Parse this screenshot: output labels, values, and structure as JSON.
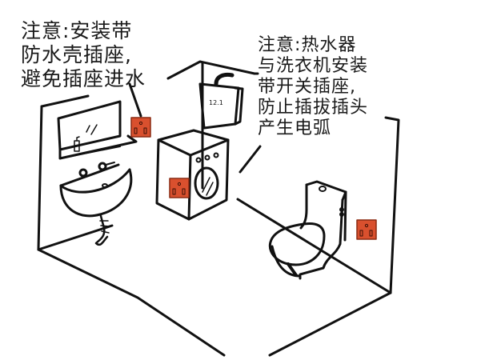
{
  "illustration": {
    "subject": "bathroom with wall sockets",
    "colors": {
      "ink": "#111111",
      "socket": "#d9502e",
      "socket_border": "#8a2a12",
      "background": "#ffffff"
    },
    "objects": [
      {
        "name": "mirror",
        "icon": "mirror-icon"
      },
      {
        "name": "sink",
        "icon": "sink-icon"
      },
      {
        "name": "water-heater",
        "icon": "water-heater-icon",
        "label": "12.1"
      },
      {
        "name": "washing-machine",
        "icon": "washing-machine-icon"
      },
      {
        "name": "toilet",
        "icon": "toilet-icon"
      },
      {
        "name": "socket-sink",
        "icon": "socket-icon"
      },
      {
        "name": "socket-washer",
        "icon": "socket-icon"
      },
      {
        "name": "socket-toilet",
        "icon": "socket-icon"
      }
    ]
  },
  "notes": {
    "left": {
      "lines": [
        "注意:安装带",
        "防水壳插座,",
        "避免插座进水"
      ]
    },
    "right": {
      "lines": [
        "注意:热水器",
        "与洗衣机安装",
        "带开关插座,",
        "防止插拔插头",
        "产生电弧"
      ]
    }
  }
}
